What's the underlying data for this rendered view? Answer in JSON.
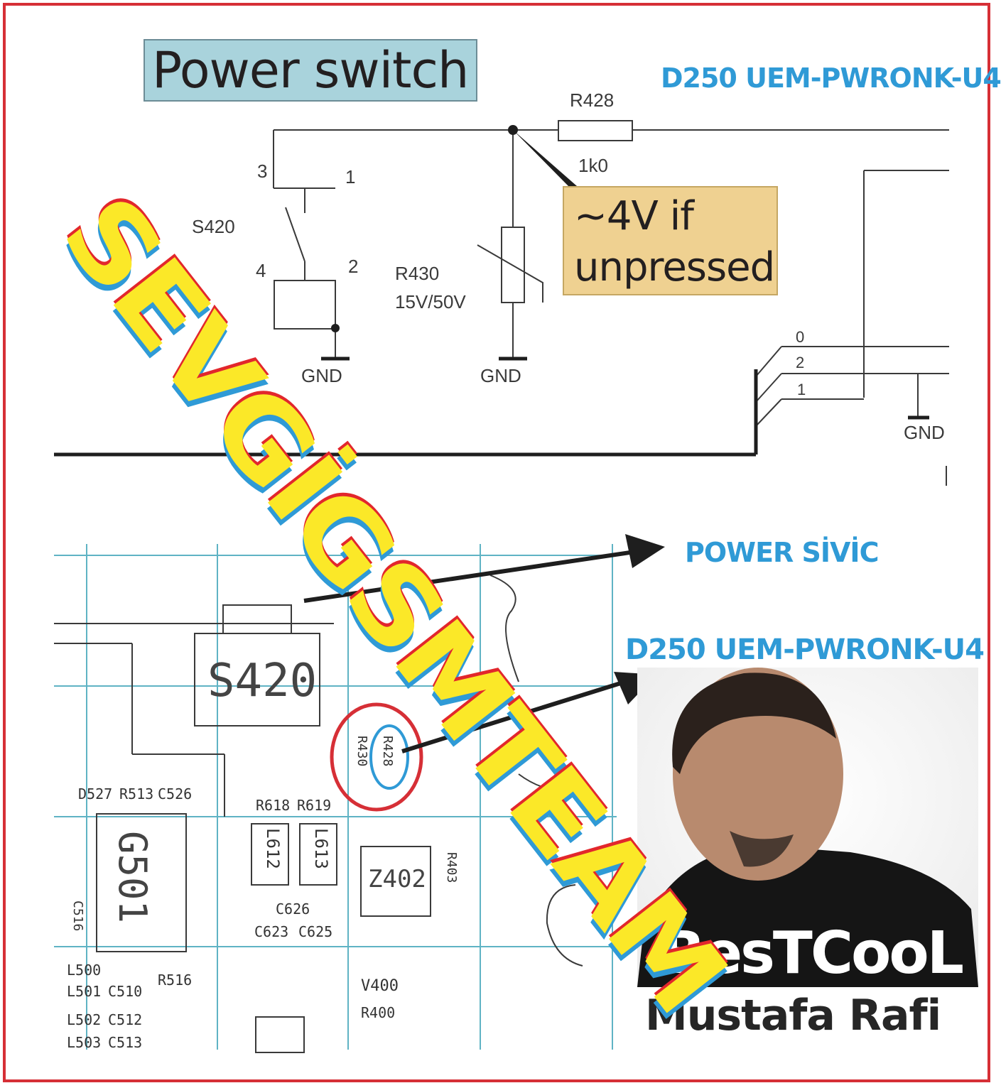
{
  "title": "Power switch",
  "top_signal_label": "D250 UEM-PWRONK-U4",
  "schematic": {
    "switch_ref": "S420",
    "pins": [
      "3",
      "1",
      "4",
      "2"
    ],
    "resistor_ref": "R428",
    "resistor_value": "1k0",
    "varistor_ref": "R430",
    "varistor_value": "15V/50V",
    "ground_label": "GND",
    "connector_pins": [
      "0",
      "2",
      "1"
    ]
  },
  "note": {
    "line1": "~4V if",
    "line2": "unpressed"
  },
  "board": {
    "arrow1_label": "POWER SİVİC",
    "arrow2_label": "D250 UEM-PWRONK-U4",
    "components": {
      "s420": "S420",
      "r430": "R430",
      "r428": "R428",
      "d527": "D527",
      "r513": "R513",
      "c526": "C526",
      "r618": "R618",
      "r619": "R619",
      "g501": "G501",
      "l612": "L612",
      "l613": "L613",
      "z402": "Z402",
      "r403": "R403",
      "c626": "C626",
      "c623": "C623",
      "c625": "C625",
      "c516": "C516",
      "l500": "L500",
      "l501": "L501",
      "c510": "C510",
      "r516": "R516",
      "l502": "L502",
      "c512": "C512",
      "l503": "L503",
      "c513": "C513",
      "v400": "V400",
      "r400": "R400"
    }
  },
  "watermark": "SEVGİGSMTEAM",
  "nickname": "BesTCooL",
  "author": "Mustafa Rafi",
  "colors": {
    "frame": "#d62f36",
    "accent_blue": "#2f9ad6",
    "title_bg": "#a9d3dc",
    "note_bg": "#efd191",
    "watermark_yellow": "#fbe828",
    "watermark_red": "#e2272c",
    "grid": "#5fb3c4"
  }
}
